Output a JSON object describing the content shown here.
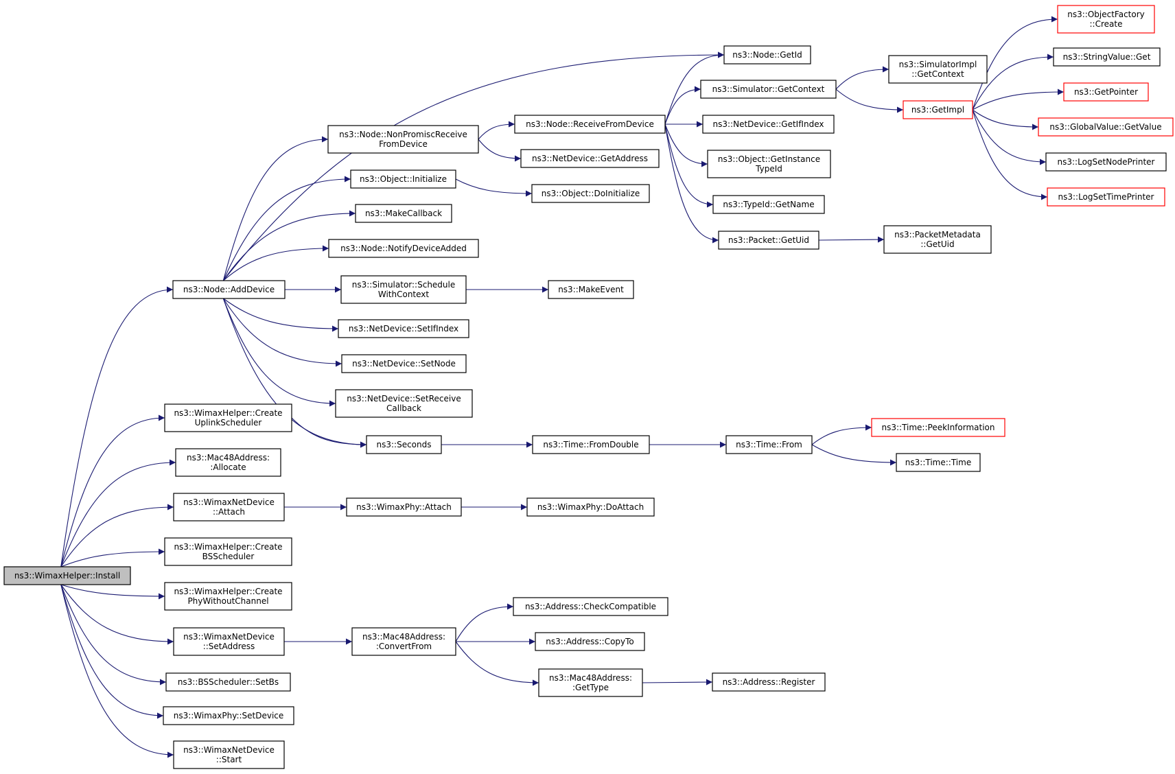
{
  "colors": {
    "edge": "#191970",
    "node_border": "#000000",
    "node_border_truncated": "#ff0000",
    "root_fill": "#bfbfbf",
    "background": "#ffffff"
  },
  "nodes": [
    {
      "id": "install",
      "lines": [
        "ns3::WimaxHelper::Install"
      ],
      "style": "root"
    },
    {
      "id": "adddevice",
      "lines": [
        "ns3::Node::AddDevice"
      ]
    },
    {
      "id": "createuplink",
      "lines": [
        "ns3::WimaxHelper::Create",
        "UplinkScheduler"
      ]
    },
    {
      "id": "allocate",
      "lines": [
        "ns3::Mac48Address:",
        ":Allocate"
      ]
    },
    {
      "id": "wndattach",
      "lines": [
        "ns3::WimaxNetDevice",
        "::Attach"
      ]
    },
    {
      "id": "createbs",
      "lines": [
        "ns3::WimaxHelper::Create",
        "BSScheduler"
      ]
    },
    {
      "id": "createphy",
      "lines": [
        "ns3::WimaxHelper::Create",
        "PhyWithoutChannel"
      ]
    },
    {
      "id": "wndsetaddr",
      "lines": [
        "ns3::WimaxNetDevice",
        "::SetAddress"
      ]
    },
    {
      "id": "setbs",
      "lines": [
        "ns3::BSScheduler::SetBs"
      ]
    },
    {
      "id": "setdevice",
      "lines": [
        "ns3::WimaxPhy::SetDevice"
      ]
    },
    {
      "id": "wndstart",
      "lines": [
        "ns3::WimaxNetDevice",
        "::Start"
      ]
    },
    {
      "id": "nonpromisc",
      "lines": [
        "ns3::Node::NonPromiscReceive",
        "FromDevice"
      ]
    },
    {
      "id": "objinit",
      "lines": [
        "ns3::Object::Initialize"
      ]
    },
    {
      "id": "makecallback",
      "lines": [
        "ns3::MakeCallback"
      ]
    },
    {
      "id": "notifyadded",
      "lines": [
        "ns3::Node::NotifyDeviceAdded"
      ]
    },
    {
      "id": "schedctx",
      "lines": [
        "ns3::Simulator::Schedule",
        "WithContext"
      ]
    },
    {
      "id": "setifindex",
      "lines": [
        "ns3::NetDevice::SetIfIndex"
      ]
    },
    {
      "id": "setnode",
      "lines": [
        "ns3::NetDevice::SetNode"
      ]
    },
    {
      "id": "setrecvcb",
      "lines": [
        "ns3::NetDevice::SetReceive",
        "Callback"
      ]
    },
    {
      "id": "seconds",
      "lines": [
        "ns3::Seconds"
      ]
    },
    {
      "id": "phyattach",
      "lines": [
        "ns3::WimaxPhy::Attach"
      ]
    },
    {
      "id": "convertfrom",
      "lines": [
        "ns3::Mac48Address:",
        ":ConvertFrom"
      ]
    },
    {
      "id": "recvfromdev",
      "lines": [
        "ns3::Node::ReceiveFromDevice"
      ]
    },
    {
      "id": "getaddress",
      "lines": [
        "ns3::NetDevice::GetAddress"
      ]
    },
    {
      "id": "doinit",
      "lines": [
        "ns3::Object::DoInitialize"
      ]
    },
    {
      "id": "makeevent",
      "lines": [
        "ns3::MakeEvent"
      ]
    },
    {
      "id": "fromdouble",
      "lines": [
        "ns3::Time::FromDouble"
      ]
    },
    {
      "id": "doattach",
      "lines": [
        "ns3::WimaxPhy::DoAttach"
      ]
    },
    {
      "id": "checkcompat",
      "lines": [
        "ns3::Address::CheckCompatible"
      ]
    },
    {
      "id": "copyto",
      "lines": [
        "ns3::Address::CopyTo"
      ]
    },
    {
      "id": "gettype",
      "lines": [
        "ns3::Mac48Address:",
        ":GetType"
      ]
    },
    {
      "id": "getid",
      "lines": [
        "ns3::Node::GetId"
      ]
    },
    {
      "id": "getcontext",
      "lines": [
        "ns3::Simulator::GetContext"
      ]
    },
    {
      "id": "getifindex",
      "lines": [
        "ns3::NetDevice::GetIfIndex"
      ]
    },
    {
      "id": "getinsttid",
      "lines": [
        "ns3::Object::GetInstance",
        "TypeId"
      ]
    },
    {
      "id": "getname",
      "lines": [
        "ns3::TypeId::GetName"
      ]
    },
    {
      "id": "getuid",
      "lines": [
        "ns3::Packet::GetUid"
      ]
    },
    {
      "id": "timefrom",
      "lines": [
        "ns3::Time::From"
      ]
    },
    {
      "id": "register",
      "lines": [
        "ns3::Address::Register"
      ]
    },
    {
      "id": "simimplctx",
      "lines": [
        "ns3::SimulatorImpl",
        "::GetContext"
      ]
    },
    {
      "id": "getimpl",
      "lines": [
        "ns3::GetImpl"
      ],
      "style": "red"
    },
    {
      "id": "pmgetuid",
      "lines": [
        "ns3::PacketMetadata",
        "::GetUid"
      ]
    },
    {
      "id": "peekinfo",
      "lines": [
        "ns3::Time::PeekInformation"
      ],
      "style": "red"
    },
    {
      "id": "timetime",
      "lines": [
        "ns3::Time::Time"
      ]
    },
    {
      "id": "objfactory",
      "lines": [
        "ns3::ObjectFactory",
        "::Create"
      ],
      "style": "red"
    },
    {
      "id": "stringget",
      "lines": [
        "ns3::StringValue::Get"
      ]
    },
    {
      "id": "getpointer",
      "lines": [
        "ns3::GetPointer"
      ],
      "style": "red"
    },
    {
      "id": "globalget",
      "lines": [
        "ns3::GlobalValue::GetValue"
      ],
      "style": "red"
    },
    {
      "id": "lognode",
      "lines": [
        "ns3::LogSetNodePrinter"
      ]
    },
    {
      "id": "logtime",
      "lines": [
        "ns3::LogSetTimePrinter"
      ],
      "style": "red"
    }
  ],
  "edges": [
    [
      "install",
      "adddevice"
    ],
    [
      "install",
      "createuplink"
    ],
    [
      "install",
      "allocate"
    ],
    [
      "install",
      "wndattach"
    ],
    [
      "install",
      "createbs"
    ],
    [
      "install",
      "createphy"
    ],
    [
      "install",
      "wndsetaddr"
    ],
    [
      "install",
      "setbs"
    ],
    [
      "install",
      "setdevice"
    ],
    [
      "install",
      "wndstart"
    ],
    [
      "adddevice",
      "getid"
    ],
    [
      "adddevice",
      "nonpromisc"
    ],
    [
      "adddevice",
      "objinit"
    ],
    [
      "adddevice",
      "makecallback"
    ],
    [
      "adddevice",
      "notifyadded"
    ],
    [
      "adddevice",
      "schedctx"
    ],
    [
      "adddevice",
      "setifindex"
    ],
    [
      "adddevice",
      "setnode"
    ],
    [
      "adddevice",
      "setrecvcb"
    ],
    [
      "adddevice",
      "seconds"
    ],
    [
      "createuplink",
      "seconds"
    ],
    [
      "nonpromisc",
      "recvfromdev"
    ],
    [
      "nonpromisc",
      "getaddress"
    ],
    [
      "objinit",
      "doinit"
    ],
    [
      "schedctx",
      "makeevent"
    ],
    [
      "recvfromdev",
      "getid"
    ],
    [
      "recvfromdev",
      "getcontext"
    ],
    [
      "recvfromdev",
      "getifindex"
    ],
    [
      "recvfromdev",
      "getinsttid"
    ],
    [
      "recvfromdev",
      "getname"
    ],
    [
      "recvfromdev",
      "getuid"
    ],
    [
      "getcontext",
      "simimplctx"
    ],
    [
      "getcontext",
      "getimpl"
    ],
    [
      "getimpl",
      "objfactory"
    ],
    [
      "getimpl",
      "stringget"
    ],
    [
      "getimpl",
      "getpointer"
    ],
    [
      "getimpl",
      "globalget"
    ],
    [
      "getimpl",
      "lognode"
    ],
    [
      "getimpl",
      "logtime"
    ],
    [
      "getuid",
      "pmgetuid"
    ],
    [
      "seconds",
      "fromdouble"
    ],
    [
      "fromdouble",
      "timefrom"
    ],
    [
      "timefrom",
      "peekinfo"
    ],
    [
      "timefrom",
      "timetime"
    ],
    [
      "wndattach",
      "phyattach"
    ],
    [
      "phyattach",
      "doattach"
    ],
    [
      "wndsetaddr",
      "convertfrom"
    ],
    [
      "convertfrom",
      "checkcompat"
    ],
    [
      "convertfrom",
      "copyto"
    ],
    [
      "convertfrom",
      "gettype"
    ],
    [
      "gettype",
      "register"
    ]
  ]
}
